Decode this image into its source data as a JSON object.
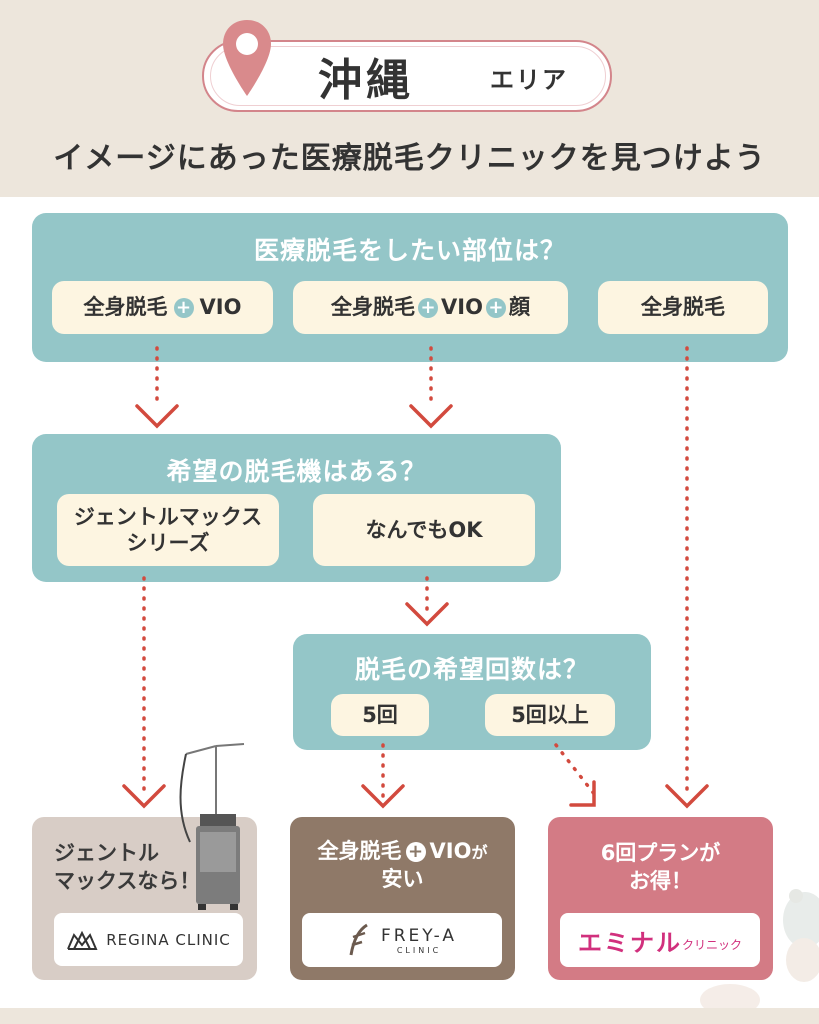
{
  "header": {
    "region": "沖縄",
    "area": "エリア",
    "subtitle": "イメージにあった医療脱毛クリニックを見つけよう"
  },
  "q1": {
    "question": "医療脱毛をしたい部位は？",
    "options": [
      {
        "part1": "全身脱毛",
        "part2": "VIO"
      },
      {
        "part1": "全身脱毛",
        "part2": "VIO",
        "part3": "顔"
      },
      {
        "part1": "全身脱毛"
      }
    ]
  },
  "q2": {
    "question": "希望の脱毛機はある？",
    "options": [
      {
        "line1": "ジェントルマックス",
        "line2": "シリーズ"
      },
      {
        "line1": "なんでもOK"
      }
    ]
  },
  "q3": {
    "question": "脱毛の希望回数は？",
    "options": [
      "5回",
      "5回以上"
    ]
  },
  "results": [
    {
      "line1": "ジェントル",
      "line2": "マックスなら！",
      "logo": "REGINA CLINIC",
      "color": "#d8cdc6"
    },
    {
      "line1a": "全身脱毛",
      "line1b": "VIO",
      "line1c": "が",
      "line2": "安い",
      "logo": "FREY-A",
      "logo_sub": "CLINIC",
      "color": "#8f7968"
    },
    {
      "line1": "6回プランが",
      "line2": "お得！",
      "logo": "エミナル",
      "logo_suffix": "クリニック",
      "color": "#d37b85"
    }
  ],
  "colors": {
    "panel": "#94c6c8",
    "option": "#fdf5e1",
    "arrow": "#d24a3e",
    "accent": "#d3858b"
  }
}
